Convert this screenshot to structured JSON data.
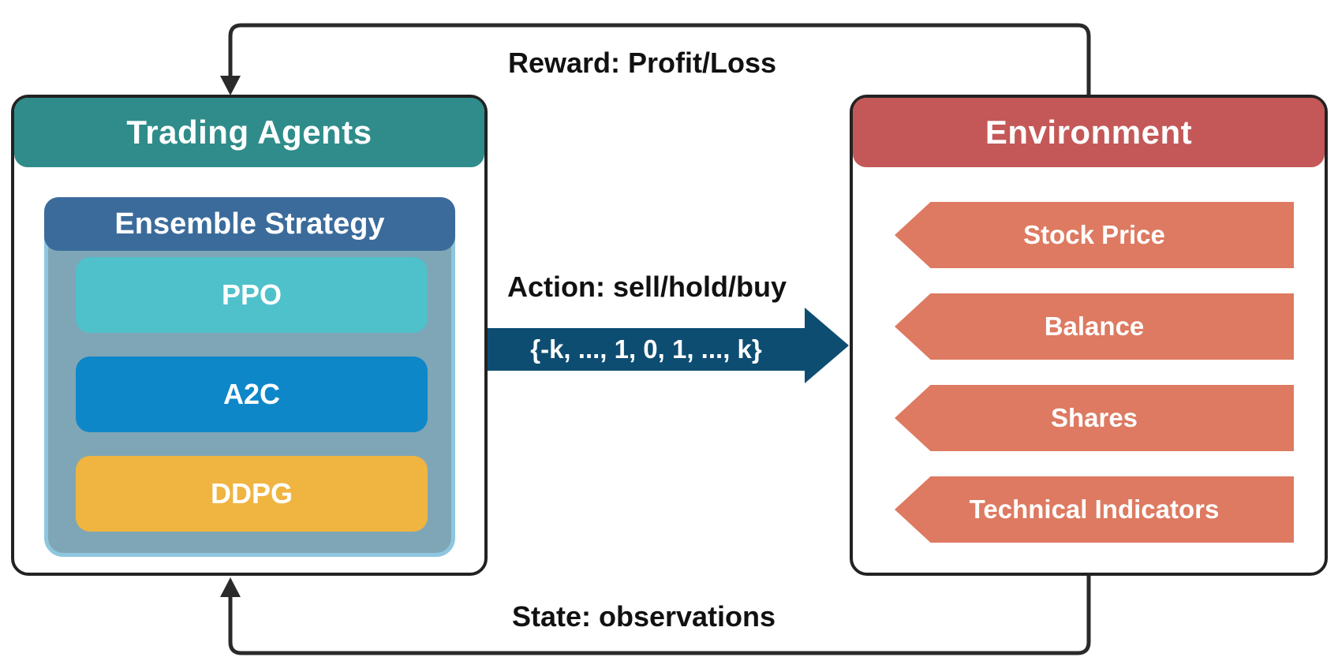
{
  "trading_agents": {
    "title": "Trading Agents",
    "header_color": "#2F8C8A",
    "ensemble": {
      "title": "Ensemble Strategy",
      "header_color": "#3B6B9B",
      "body_color": "#7FA6B6",
      "border_color": "#8EC6DF",
      "agents": [
        {
          "label": "PPO",
          "color": "#4FC1CB"
        },
        {
          "label": "A2C",
          "color": "#0E87C9"
        },
        {
          "label": "DDPG",
          "color": "#F0B441"
        }
      ]
    }
  },
  "environment": {
    "title": "Environment",
    "header_color": "#C45858",
    "item_color": "#DD7A61",
    "items": [
      {
        "label": "Stock Price"
      },
      {
        "label": "Balance"
      },
      {
        "label": "Shares"
      },
      {
        "label": "Technical Indicators"
      }
    ]
  },
  "flows": {
    "reward": {
      "label": "Reward: Profit/Loss"
    },
    "action": {
      "label": "Action: sell/hold/buy",
      "set": "{-k, ..., 1, 0, 1, ..., k}",
      "arrow_color": "#0E4D72"
    },
    "state": {
      "label": "State: observations"
    },
    "line_color": "#2A2A2A"
  }
}
